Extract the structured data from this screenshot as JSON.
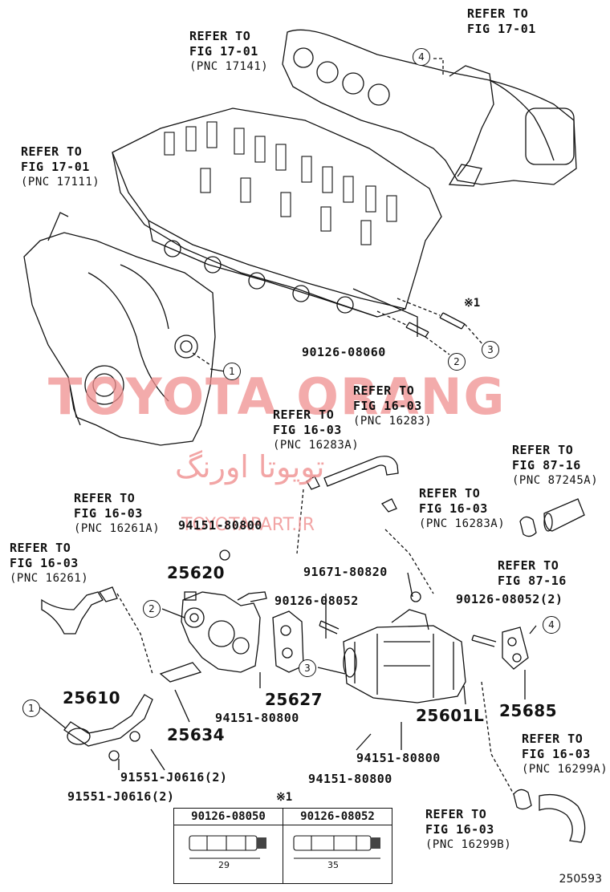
{
  "refer_labels": {
    "r1": {
      "line1": "REFER TO",
      "line2": "FIG 17-01",
      "line3": "(PNC 17141)"
    },
    "r2": {
      "line1": "REFER TO",
      "line2": "FIG 17-01"
    },
    "r3": {
      "line1": "REFER TO",
      "line2": "FIG 17-01",
      "line3": "(PNC 17111)"
    },
    "r4": {
      "line1": "REFER TO",
      "line2": "FIG 16-03",
      "line3": "(PNC 16283)"
    },
    "r5": {
      "line1": "REFER TO",
      "line2": "FIG 16-03",
      "line3": "(PNC 16283A)"
    },
    "r6": {
      "line1": "REFER TO",
      "line2": "FIG 87-16",
      "line3": "(PNC 87245A)"
    },
    "r7": {
      "line1": "REFER TO",
      "line2": "FIG 16-03",
      "line3": "(PNC 16283A)"
    },
    "r8": {
      "line1": "REFER TO",
      "line2": "FIG 16-03",
      "line3": "(PNC 16261A)"
    },
    "r9": {
      "line1": "REFER TO",
      "line2": "FIG 16-03",
      "line3": "(PNC 16261)"
    },
    "r10": {
      "line1": "REFER TO",
      "line2": "FIG 87-16"
    },
    "r11": {
      "line1": "REFER TO",
      "line2": "FIG 16-03",
      "line3": "(PNC 16299A)"
    },
    "r12": {
      "line1": "REFER TO",
      "line2": "FIG 16-03",
      "line3": "(PNC 16299B)"
    }
  },
  "part_numbers": {
    "p_90126_08060": "90126-08060",
    "p_94151_80800_a": "94151-80800",
    "p_91671_80820": "91671-80820",
    "p_90126_08052": "90126-08052",
    "p_90126_08052_2": "90126-08052(2)",
    "p_94151_80800_b": "94151-80800",
    "p_94151_80800_c": "94151-80800",
    "p_94151_80800_d": "94151-80800",
    "p_91551_j0616_a": "91551-J0616(2)",
    "p_91551_j0616_b": "91551-J0616(2)"
  },
  "major_parts": {
    "p25620": "25620",
    "p25610": "25610",
    "p25634": "25634",
    "p25627": "25627",
    "p25601l": "25601L",
    "p25685": "25685"
  },
  "callouts": {
    "c1": "1",
    "c2": "2",
    "c3": "3",
    "c4": "4",
    "c1b": "1",
    "c2b": "2",
    "c3b": "3",
    "c4b": "4"
  },
  "note_mark": "※1",
  "note_mark_table": "※1",
  "spec_table": {
    "headers": [
      "90126-08050",
      "90126-08052"
    ],
    "lengths": [
      "29",
      "35"
    ]
  },
  "watermark": {
    "brand": "TOYOTA ORANG",
    "persian": "تویوتا اورنگ",
    "site": "TOYOTAPART.IR"
  },
  "figure_number": "250593"
}
